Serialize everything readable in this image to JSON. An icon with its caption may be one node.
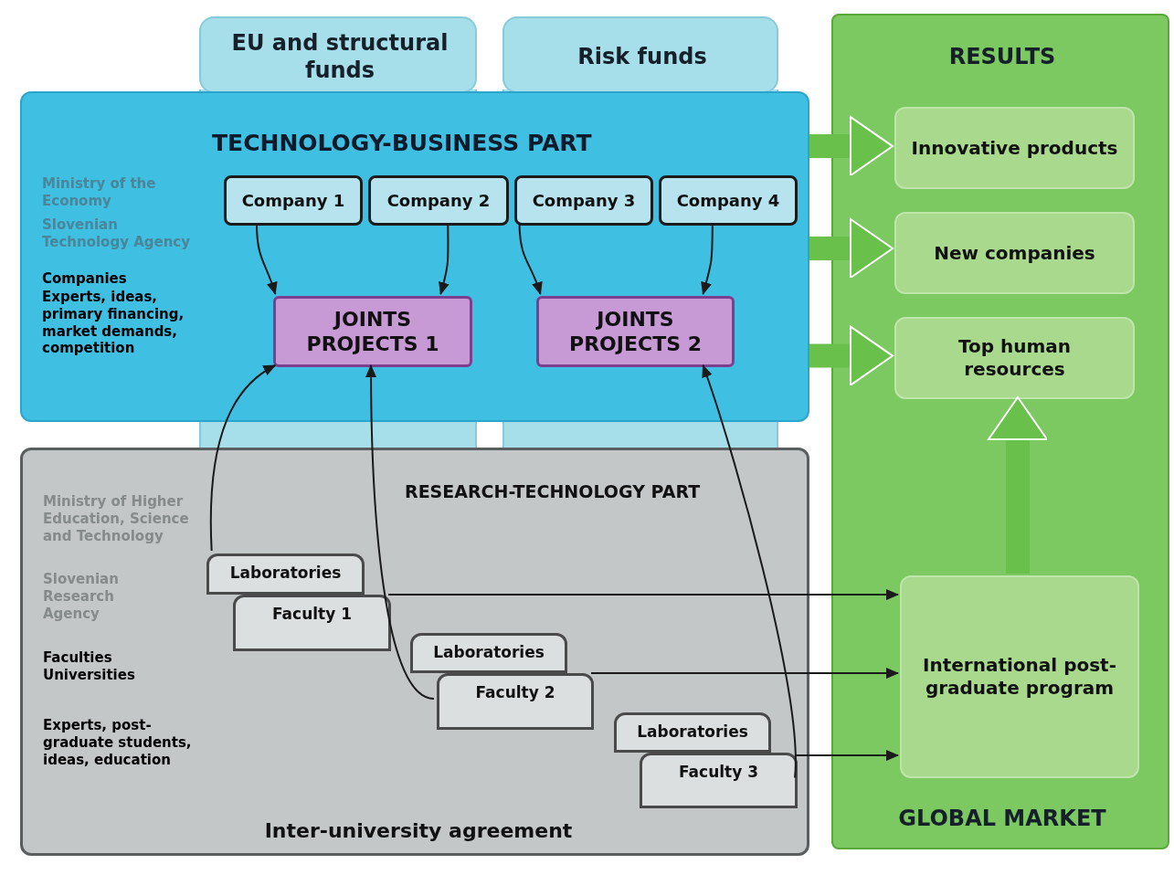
{
  "diagram": {
    "nodes": [
      {
        "text": [
          "EU and structural funds"
        ]
      },
      {
        "text": [
          "Risk funds"
        ]
      },
      {
        "text": [
          "RESULTS",
          "GLOBAL MARKET"
        ]
      },
      {
        "text": [
          "TECHNOLOGY-BUSINESS PART",
          "Ministry of the Economy",
          "Slovenian Technology Agency",
          "Companies",
          "Experts, ideas, primary financing, market demands, competition"
        ]
      },
      {
        "text": [
          "Company 1"
        ],
        "in": 3
      },
      {
        "text": [
          "Company 2"
        ],
        "in": 3
      },
      {
        "text": [
          "Company 3"
        ],
        "in": 3
      },
      {
        "text": [
          "Company 4"
        ],
        "in": 3
      },
      {
        "text": [
          "JOINTS PROJECTS 1"
        ],
        "in": 3
      },
      {
        "text": [
          "JOINTS PROJECTS 2"
        ],
        "in": 3
      },
      {
        "text": [
          "RESEARCH-TECHNOLOGY PART",
          "Ministry of Higher Education, Science and Technology",
          "Slovenian Research Agency",
          "Faculties Universities",
          "Experts, post-graduate students, ideas, education",
          "Inter-university agreement"
        ]
      },
      {
        "text": [
          "Laboratories"
        ],
        "in": 10
      },
      {
        "text": [
          "Faculty 1"
        ],
        "in": 10
      },
      {
        "text": [
          "Laboratories"
        ],
        "in": 10
      },
      {
        "text": [
          "Faculty 2"
        ],
        "in": 10
      },
      {
        "text": [
          "Laboratories"
        ],
        "in": 10
      },
      {
        "text": [
          "Faculty 3"
        ],
        "in": 10
      },
      {
        "text": [
          "Innovative products"
        ],
        "in": 2
      },
      {
        "text": [
          "New companies"
        ],
        "in": 2
      },
      {
        "text": [
          "Top human resources"
        ],
        "in": 2
      },
      {
        "text": [
          "International post-graduate program"
        ],
        "in": 2
      }
    ],
    "edges": [
      {
        "from": 4,
        "to": 8,
        "arrow": "to"
      },
      {
        "from": 5,
        "to": 8,
        "arrow": "to"
      },
      {
        "from": 6,
        "to": 9,
        "arrow": "to"
      },
      {
        "from": 7,
        "to": 9,
        "arrow": "to"
      },
      {
        "from": 11,
        "to": 8,
        "arrow": "to"
      },
      {
        "from": 14,
        "to": 8,
        "arrow": "to"
      },
      {
        "from": 16,
        "to": 9,
        "arrow": "to"
      },
      {
        "from": 12,
        "to": 20,
        "arrow": "to"
      },
      {
        "from": 14,
        "to": 20,
        "arrow": "to"
      },
      {
        "from": 16,
        "to": 20,
        "arrow": "to"
      },
      {
        "from": 3,
        "to": 17,
        "arrow": "to",
        "style": "thick",
        "color": "#69c04a"
      },
      {
        "from": 3,
        "to": 18,
        "arrow": "to",
        "style": "thick",
        "color": "#69c04a"
      },
      {
        "from": 3,
        "to": 19,
        "arrow": "to",
        "style": "thick",
        "color": "#69c04a"
      },
      {
        "from": 20,
        "to": 19,
        "arrow": "to",
        "style": "thick",
        "color": "#69c04a"
      }
    ]
  }
}
